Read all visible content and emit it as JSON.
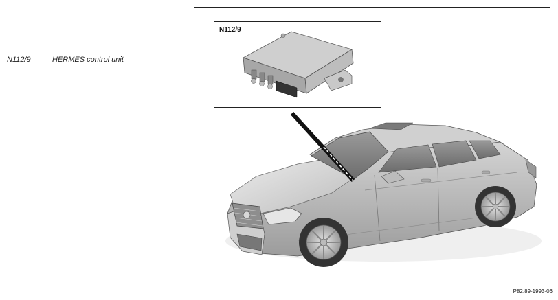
{
  "legend": {
    "code": "N112/9",
    "description": "HERMES control unit"
  },
  "inset": {
    "label": "N112/9"
  },
  "figure_ref": "P82.89-1993-06"
}
